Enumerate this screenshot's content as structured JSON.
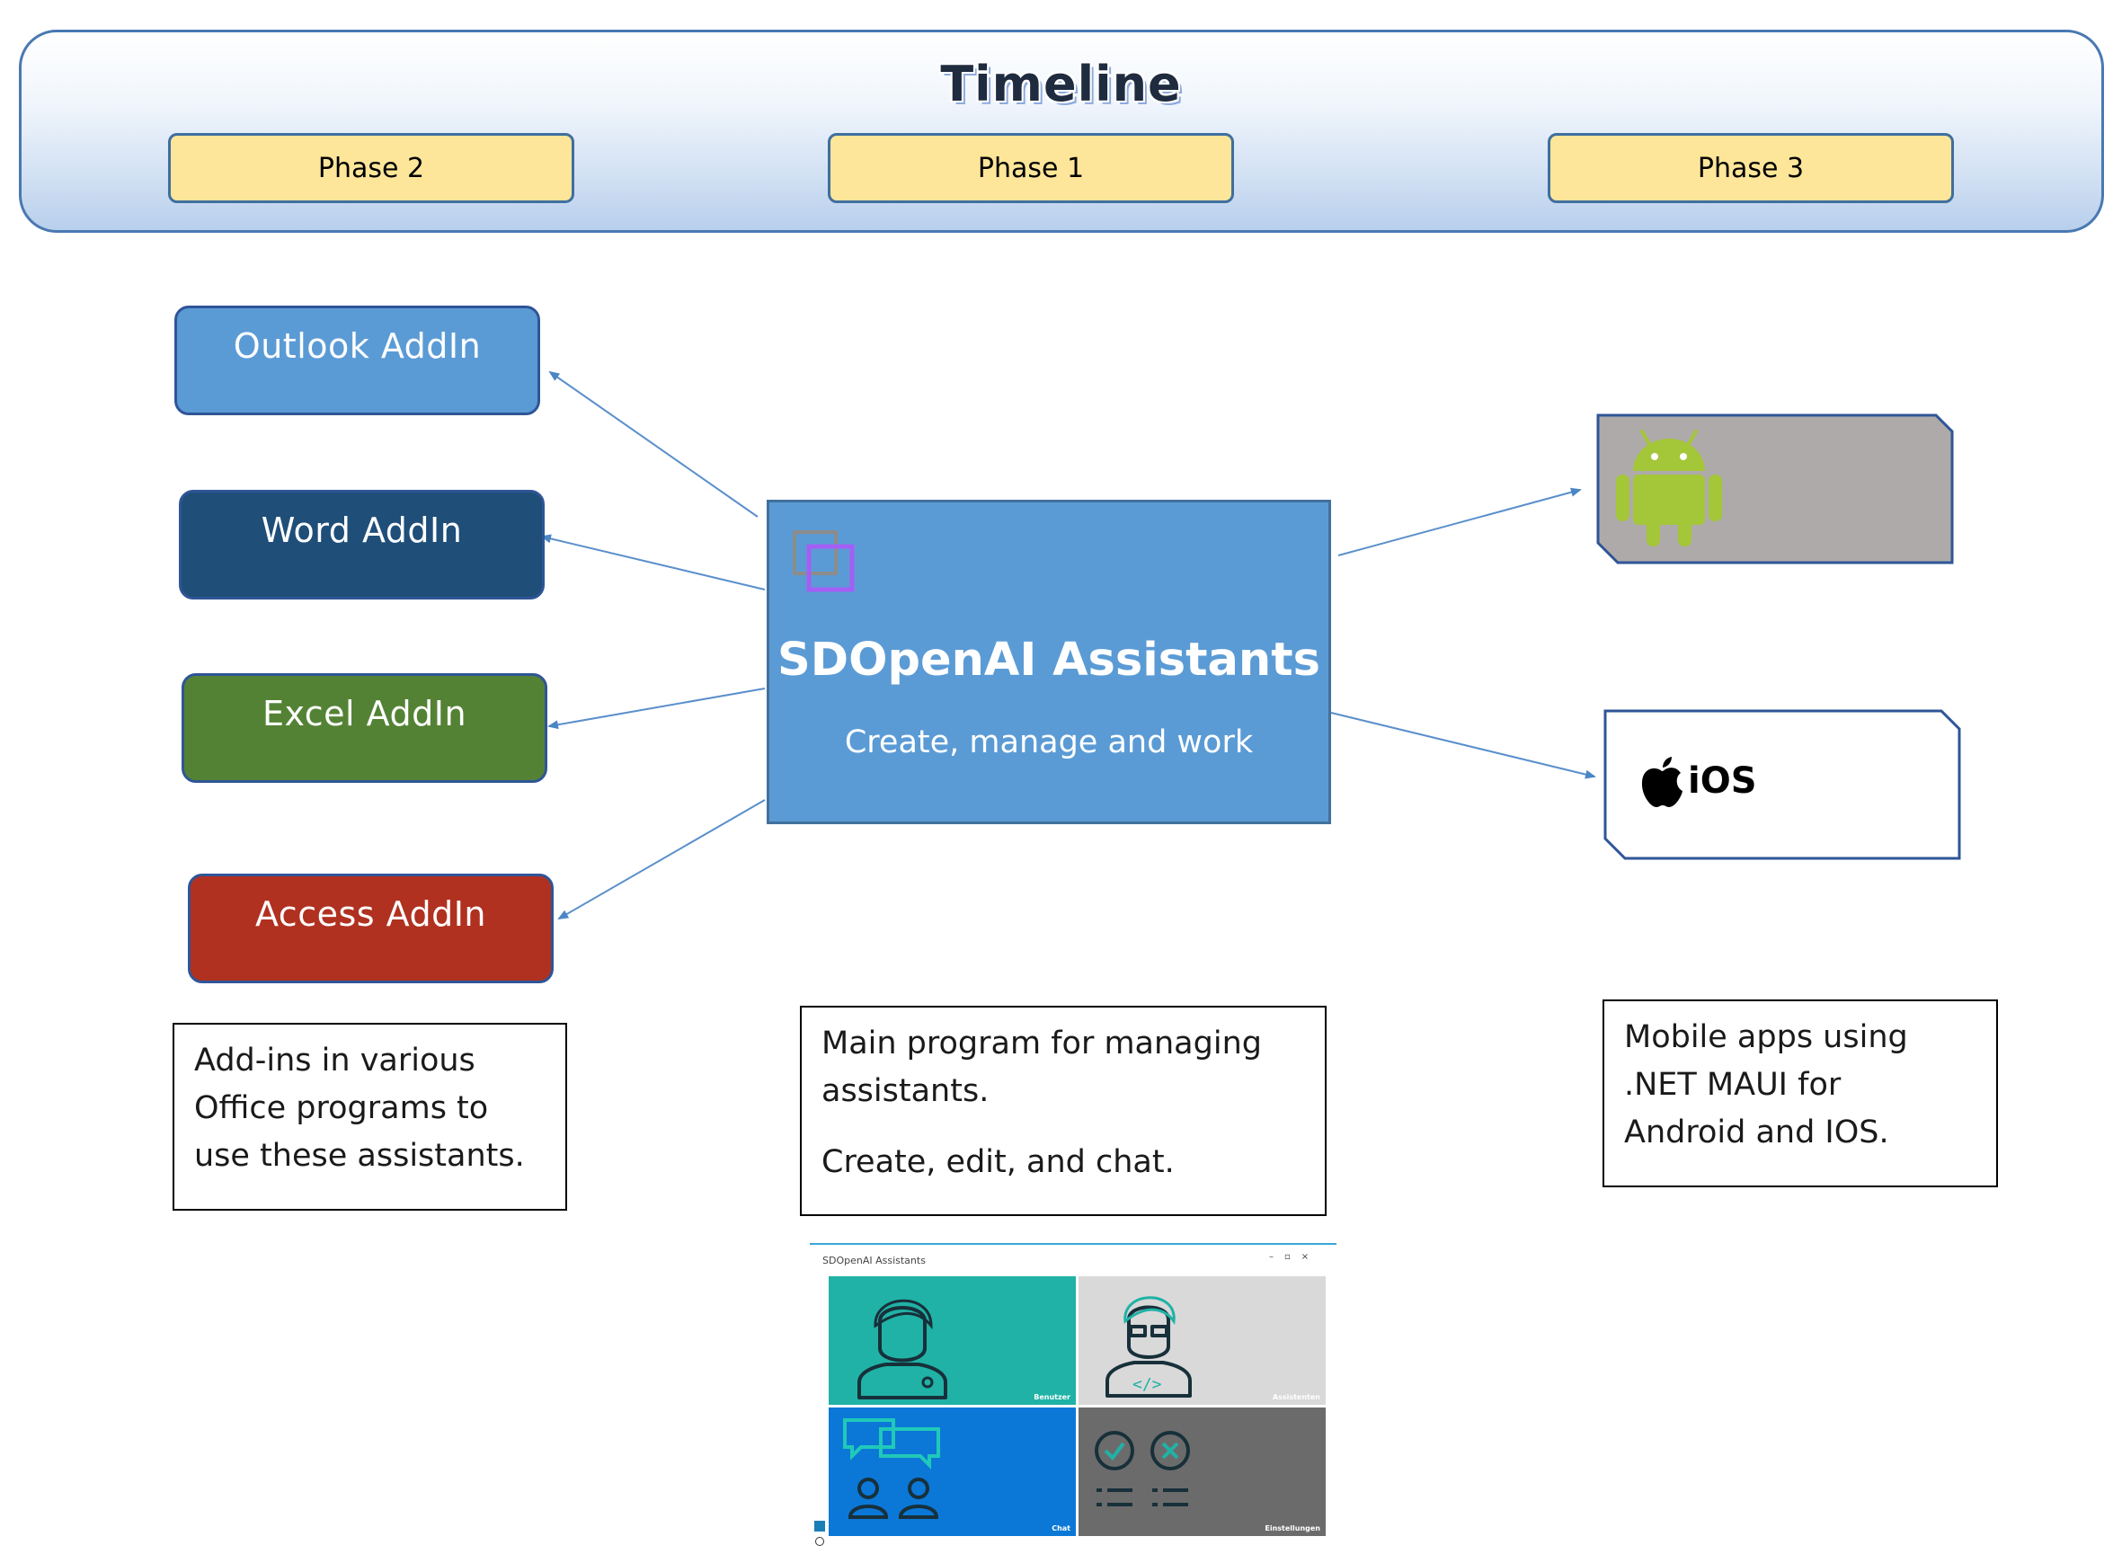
{
  "timeline": {
    "title": "Timeline",
    "phases": [
      "Phase 2",
      "Phase 1",
      "Phase 3"
    ]
  },
  "addins": [
    {
      "label": "Outlook AddIn",
      "color": "#5b9bd5"
    },
    {
      "label": "Word AddIn",
      "color": "#1f4e79"
    },
    {
      "label": "Excel AddIn",
      "color": "#548235"
    },
    {
      "label": "Access AddIn",
      "color": "#b03120"
    }
  ],
  "main": {
    "title": "SDOpenAI Assistants",
    "subtitle": "Create, manage and work",
    "color": "#5b9bd5"
  },
  "mobile": {
    "android_color": "#a4c639",
    "ios_label": "iOS"
  },
  "notes": {
    "addins": [
      "Add-ins in various",
      "Office programs to",
      "use these assistants."
    ],
    "main": [
      "Main program for managing",
      "assistants.",
      "Create, edit, and chat."
    ],
    "mobile": [
      "Mobile apps using",
      ".NET MAUI for",
      "Android and IOS."
    ]
  },
  "screenshot": {
    "window_title": "SDOpenAI Assistants",
    "tiles": [
      {
        "label": "Benutzer",
        "color": "#20b2a6"
      },
      {
        "label": "Assistenten",
        "color": "#d9d9d9"
      },
      {
        "label": "Chat",
        "color": "#0b78d7"
      },
      {
        "label": "Einstellungen",
        "color": "#6b6b6b"
      }
    ]
  }
}
